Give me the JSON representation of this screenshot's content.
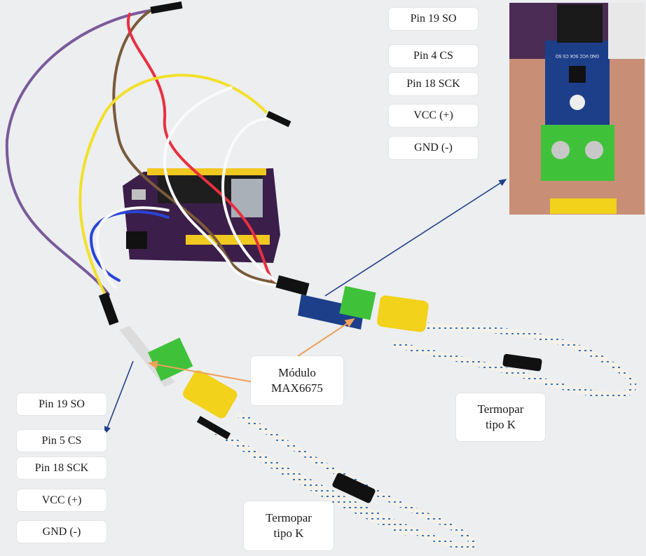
{
  "pinout_top": {
    "so": "Pin 19 SO",
    "cs": "Pin 4 CS",
    "sck": "Pin 18 SCK",
    "vcc": "VCC (+)",
    "gnd": "GND (-)"
  },
  "pinout_bottom": {
    "so": "Pin 19 SO",
    "cs": "Pin 5 CS",
    "sck": "Pin 18 SCK",
    "vcc": "VCC (+)",
    "gnd": "GND (-)"
  },
  "module_label": {
    "line1": "Módulo",
    "line2": "MAX6675"
  },
  "thermocouple_right": {
    "line1": "Termopar",
    "line2": "tipo K"
  },
  "thermocouple_bottom": {
    "line1": "Termopar",
    "line2": "tipo K"
  },
  "inset_pin_labels": "GND VCC SCK CS SO",
  "colors": {
    "background": "#eceef0",
    "board": "#3b1e4a",
    "module_pcb": "#1d3f8a",
    "terminal_block": "#3fc23a",
    "connector": "#f2d21a",
    "arrow_blue": "#1f3f8a",
    "arrow_orange": "#f0a05a"
  }
}
